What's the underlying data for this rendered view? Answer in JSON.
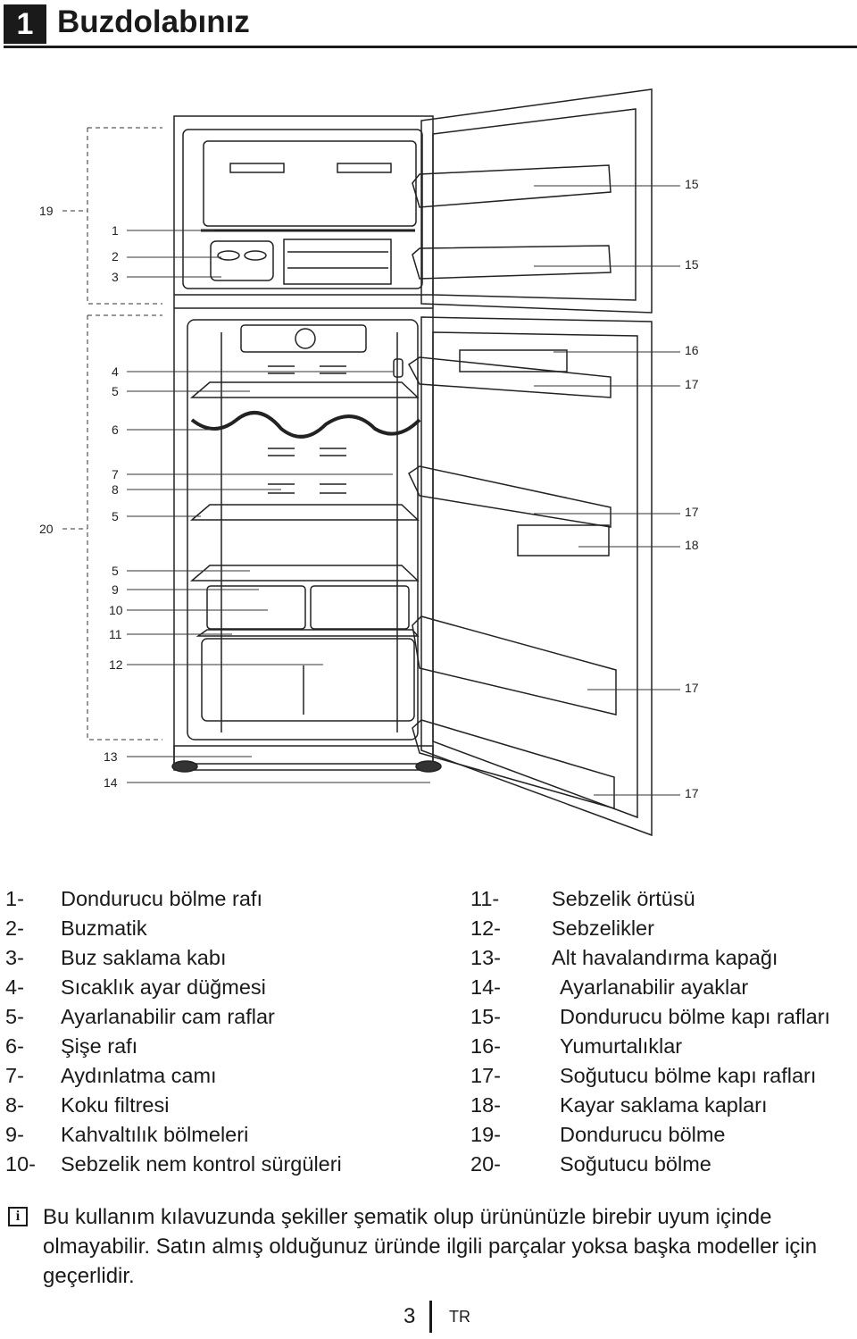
{
  "header": {
    "section_number": "1",
    "title": "Buzdolabınız"
  },
  "diagram": {
    "callouts": [
      "19",
      "1",
      "2",
      "3",
      "4",
      "5",
      "6",
      "7",
      "8",
      "5",
      "20",
      "5",
      "9",
      "10",
      "11",
      "12",
      "13",
      "14",
      "15",
      "15",
      "16",
      "17",
      "17",
      "18",
      "17",
      "17"
    ]
  },
  "legend": {
    "left": [
      {
        "num": "1-",
        "text": "Dondurucu bölme rafı"
      },
      {
        "num": "2-",
        "text": "Buzmatik"
      },
      {
        "num": "3-",
        "text": "Buz saklama kabı"
      },
      {
        "num": "4-",
        "text": "Sıcaklık ayar düğmesi"
      },
      {
        "num": "5-",
        "text": "Ayarlanabilir cam raflar"
      },
      {
        "num": "6-",
        "text": "Şişe rafı"
      },
      {
        "num": "7-",
        "text": "Aydınlatma camı"
      },
      {
        "num": "8-",
        "text": "Koku filtresi"
      },
      {
        "num": "9-",
        "text": "Kahvaltılık bölmeleri"
      },
      {
        "num": "10-",
        "text": "Sebzelik nem kontrol sürgüleri"
      }
    ],
    "right": [
      {
        "num": "11-",
        "text": "Sebzelik örtüsü"
      },
      {
        "num": "12-",
        "text": "Sebzelikler"
      },
      {
        "num": "13-",
        "text": "Alt havalandırma kapağı"
      },
      {
        "num": "14-",
        "text": "Ayarlanabilir ayaklar"
      },
      {
        "num": "15-",
        "text": "Dondurucu bölme kapı rafları"
      },
      {
        "num": "16-",
        "text": "Yumurtalıklar"
      },
      {
        "num": "17-",
        "text": "Soğutucu bölme kapı rafları"
      },
      {
        "num": "18-",
        "text": "Kayar saklama kapları"
      },
      {
        "num": "19-",
        "text": "Dondurucu bölme"
      },
      {
        "num": "20-",
        "text": "Soğutucu bölme"
      }
    ]
  },
  "note": {
    "icon": "info-icon",
    "text": "Bu kullanım kılavuzunda şekiller şematik olup ürününüzle birebir uyum içinde olmayabilir. Satın almış olduğunuz üründe ilgili parçalar yoksa başka modeller için geçerlidir."
  },
  "footer": {
    "page_number": "3",
    "language": "TR"
  }
}
